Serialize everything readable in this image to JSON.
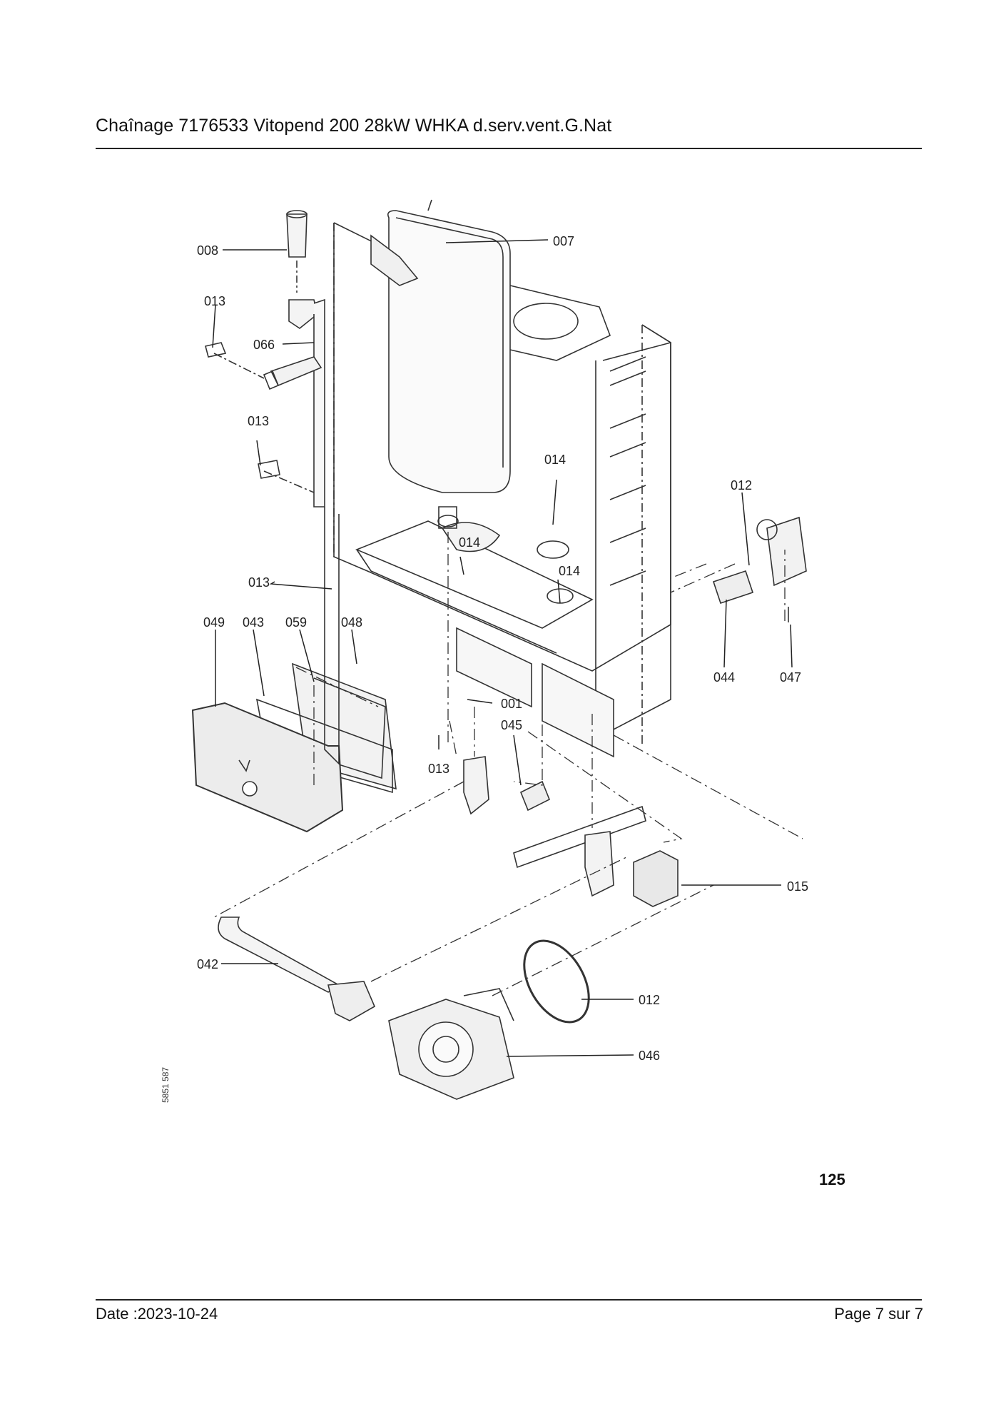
{
  "header": {
    "title": "Chaînage 7176533 Vitopend 200 28kW WHKA d.serv.vent.G.Nat"
  },
  "diagram": {
    "drawing_code": "5851 587",
    "page_number": "125",
    "callouts": [
      "008",
      "007",
      "013",
      "066",
      "013",
      "014",
      "012",
      "014",
      "014",
      "013",
      "049",
      "043",
      "059",
      "048",
      "001",
      "045",
      "044",
      "047",
      "013",
      "015",
      "042",
      "012",
      "046"
    ]
  },
  "footer": {
    "date": "Date :2023-10-24",
    "page": "Page 7 sur  7"
  }
}
